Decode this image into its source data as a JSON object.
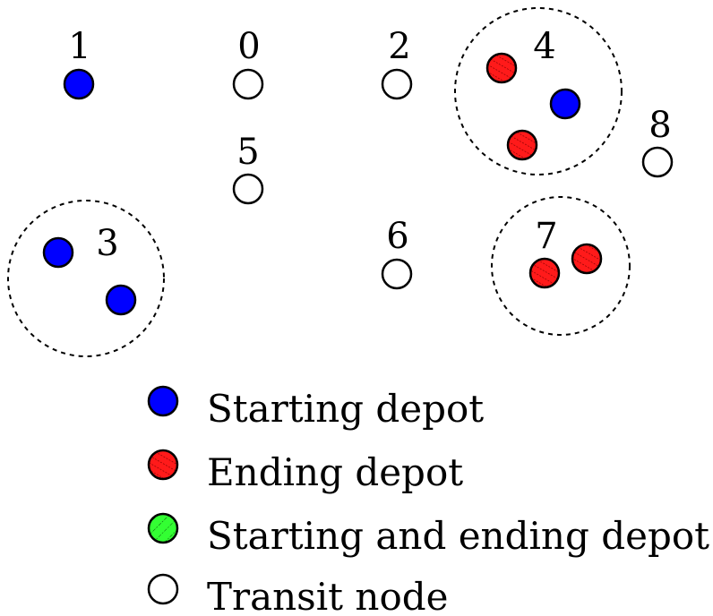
{
  "colors": {
    "starting": "#0000ff",
    "ending": "#ff1a1a",
    "both": "#33ff33",
    "transit": "#ffffff",
    "stripe": "#7a0000"
  },
  "nodes": {
    "n0": {
      "label": "0",
      "kind": "transit"
    },
    "n1": {
      "label": "1",
      "kind": "starting"
    },
    "n2": {
      "label": "2",
      "kind": "transit"
    },
    "n3": {
      "label": "3",
      "kind": "cluster"
    },
    "n4": {
      "label": "4",
      "kind": "cluster"
    },
    "n5": {
      "label": "5",
      "kind": "transit"
    },
    "n6": {
      "label": "6",
      "kind": "transit"
    },
    "n7": {
      "label": "7",
      "kind": "cluster"
    },
    "n8": {
      "label": "8",
      "kind": "transit"
    }
  },
  "legend": {
    "starting": "Starting depot",
    "ending": "Ending depot",
    "both": "Starting and ending depot",
    "transit": "Transit node"
  }
}
